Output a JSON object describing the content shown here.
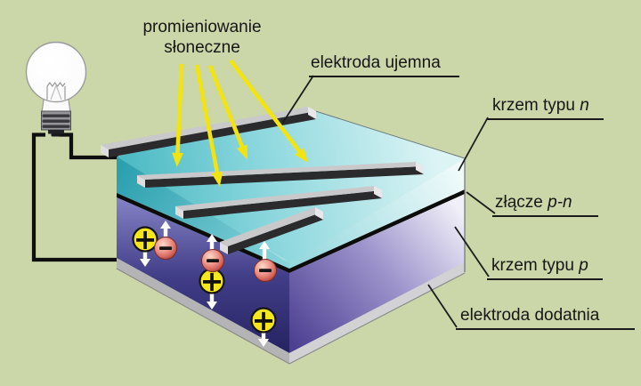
{
  "diagram": {
    "radiation_label": {
      "line1": "promieniowanie",
      "line2": "słoneczne"
    },
    "labels": {
      "negative_electrode": "elektroda ujemna",
      "n_type_prefix": "krzem typu ",
      "n_type_italic": "n",
      "junction_prefix": "złącze ",
      "junction_italic": "p-n",
      "p_type_prefix": "krzem typu ",
      "p_type_italic": "p",
      "positive_electrode": "elektroda dodatnia"
    },
    "charges": {
      "positive_symbol": "+",
      "negative_symbol": "−"
    },
    "colors": {
      "background": "#cbd6a9",
      "n_layer_cyan": "#5bc4cc",
      "p_layer_purple": "#2e2b70",
      "junction_black": "#0c0c0c",
      "electrode_gray": "#b9b9bb",
      "sun_ray_yellow": "#f1e410",
      "positive_charge_yellow": "#f6e71a",
      "negative_charge_red": "#d86a60",
      "wire_black": "#0f0f0f"
    }
  }
}
